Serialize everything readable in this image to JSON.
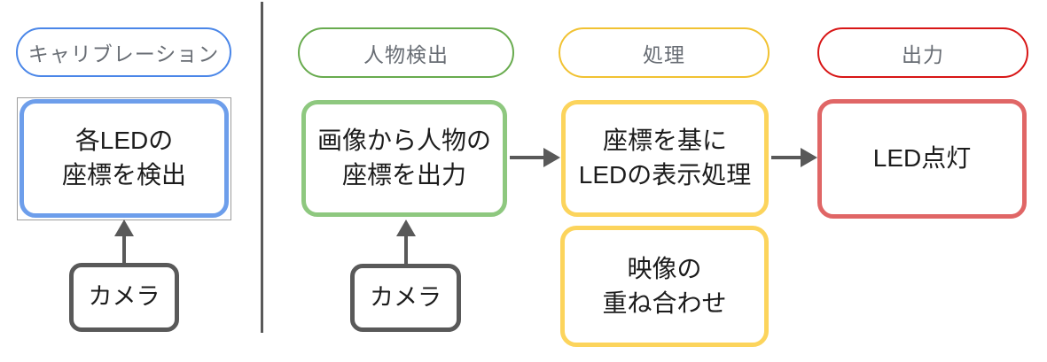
{
  "stages": {
    "calibration": "キャリブレーション",
    "person_detection": "人物検出",
    "processing": "処理",
    "output": "出力"
  },
  "nodes": {
    "led_detect": "各LEDの\n座標を検出",
    "camera_left": "カメラ",
    "person_coords": "画像から人物の\n座標を出力",
    "led_display": "座標を基に\nLEDの表示処理",
    "video_overlay": "映像の\n重ね合わせ",
    "led_on": "LED点灯",
    "camera_right": "カメラ"
  },
  "colors": {
    "blue_pill": "#4a86e8",
    "blue_box": "#6d9eeb",
    "green_pill": "#68ab4e",
    "green_box": "#8ec87f",
    "yellow_pill": "#f1c232",
    "yellow_box": "#fcd45c",
    "red_pill": "#d81616",
    "red_box": "#e06666",
    "gray_stroke": "#595959",
    "text_dark": "#1c1c1c",
    "pill_text": "#686d74",
    "selection_gray": "#9c9c9c"
  }
}
